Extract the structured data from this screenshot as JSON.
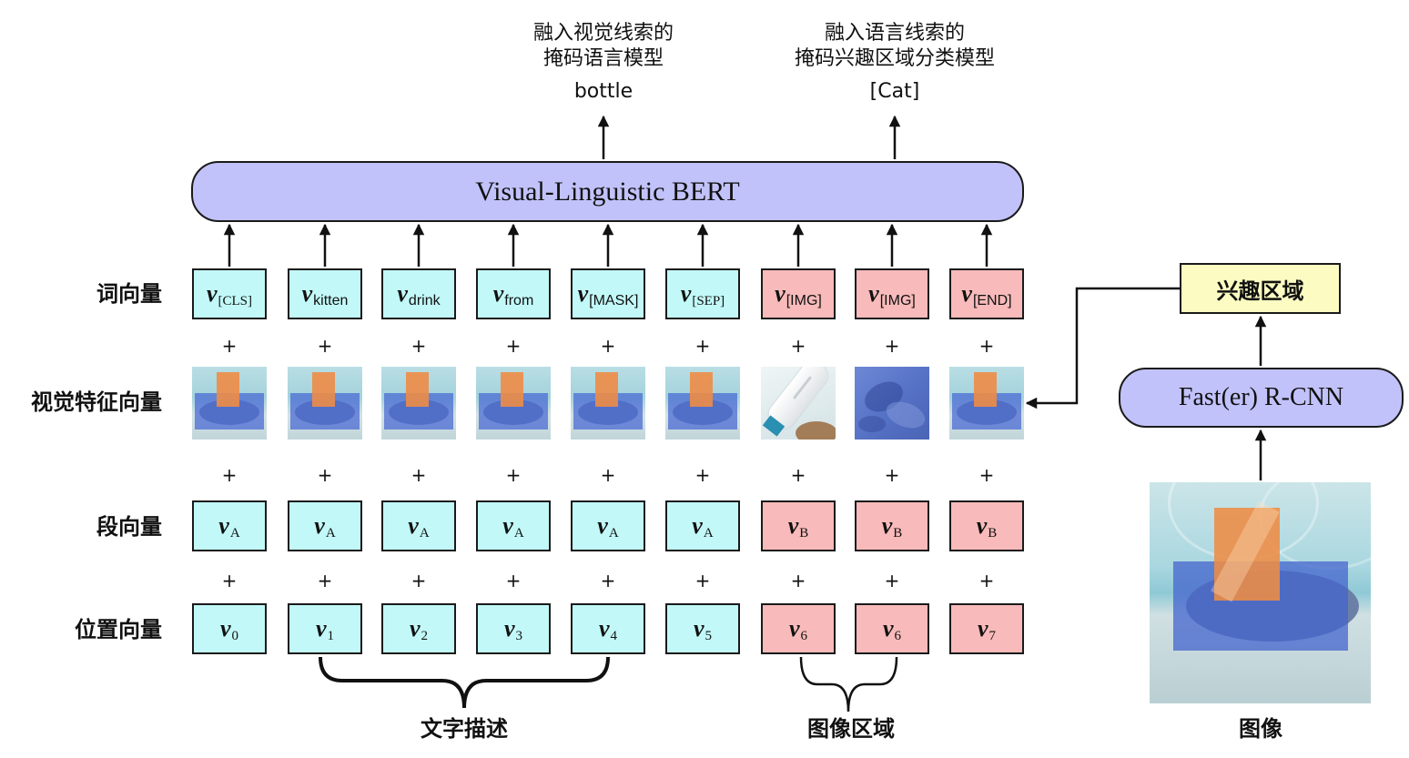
{
  "heads": [
    {
      "title_lines": [
        "融入视觉线索的",
        "掩码语言模型"
      ],
      "output": "bottle"
    },
    {
      "title_lines": [
        "融入语言线索的",
        "掩码兴趣区域分类模型"
      ],
      "output": "[Cat]"
    }
  ],
  "bert": {
    "label": "Visual-Linguistic BERT"
  },
  "row_labels": {
    "token": "词向量",
    "visual": "视觉特征向量",
    "segment": "段向量",
    "position": "位置向量"
  },
  "vector_symbol": "v",
  "plus_sign": "+",
  "columns": [
    {
      "token": "[CLS]",
      "segment": "A",
      "position": "0",
      "fill": "#c2f8f8",
      "thumbnail": "full-image-thumbnail"
    },
    {
      "token": "kitten",
      "segment": "A",
      "position": "1",
      "fill": "#c2f8f8",
      "thumbnail": "full-image-thumbnail"
    },
    {
      "token": "drink",
      "segment": "A",
      "position": "2",
      "fill": "#c2f8f8",
      "thumbnail": "full-image-thumbnail"
    },
    {
      "token": "from",
      "segment": "A",
      "position": "3",
      "fill": "#c2f8f8",
      "thumbnail": "full-image-thumbnail"
    },
    {
      "token": "[MASK]",
      "segment": "A",
      "position": "4",
      "fill": "#c2f8f8",
      "thumbnail": "full-image-thumbnail"
    },
    {
      "token": "[SEP]",
      "segment": "A",
      "position": "5",
      "fill": "#c2f8f8",
      "thumbnail": "full-image-thumbnail"
    },
    {
      "token": "[IMG]",
      "segment": "B",
      "position": "6",
      "fill": "#f8baba",
      "thumbnail": "bottle-region-thumbnail"
    },
    {
      "token": "[IMG]",
      "segment": "B",
      "position": "6",
      "fill": "#f8baba",
      "thumbnail": "cat-region-thumbnail"
    },
    {
      "token": "[END]",
      "segment": "B",
      "position": "7",
      "fill": "#f8baba",
      "thumbnail": "full-image-thumbnail"
    }
  ],
  "groups": {
    "text_description": "文字描述",
    "image_regions": "图像区域"
  },
  "detector": {
    "roi_label": "兴趣区域",
    "model_label": "Fast(er) R-CNN",
    "image_label": "图像"
  },
  "colors": {
    "bert_box": "#c2c2fb",
    "rcnn_box": "#c2c2fb",
    "roi_box": "#fcfcc2",
    "roi_orange": "#ee8c44",
    "roi_blue": "#4464cd",
    "line": "#111111"
  }
}
